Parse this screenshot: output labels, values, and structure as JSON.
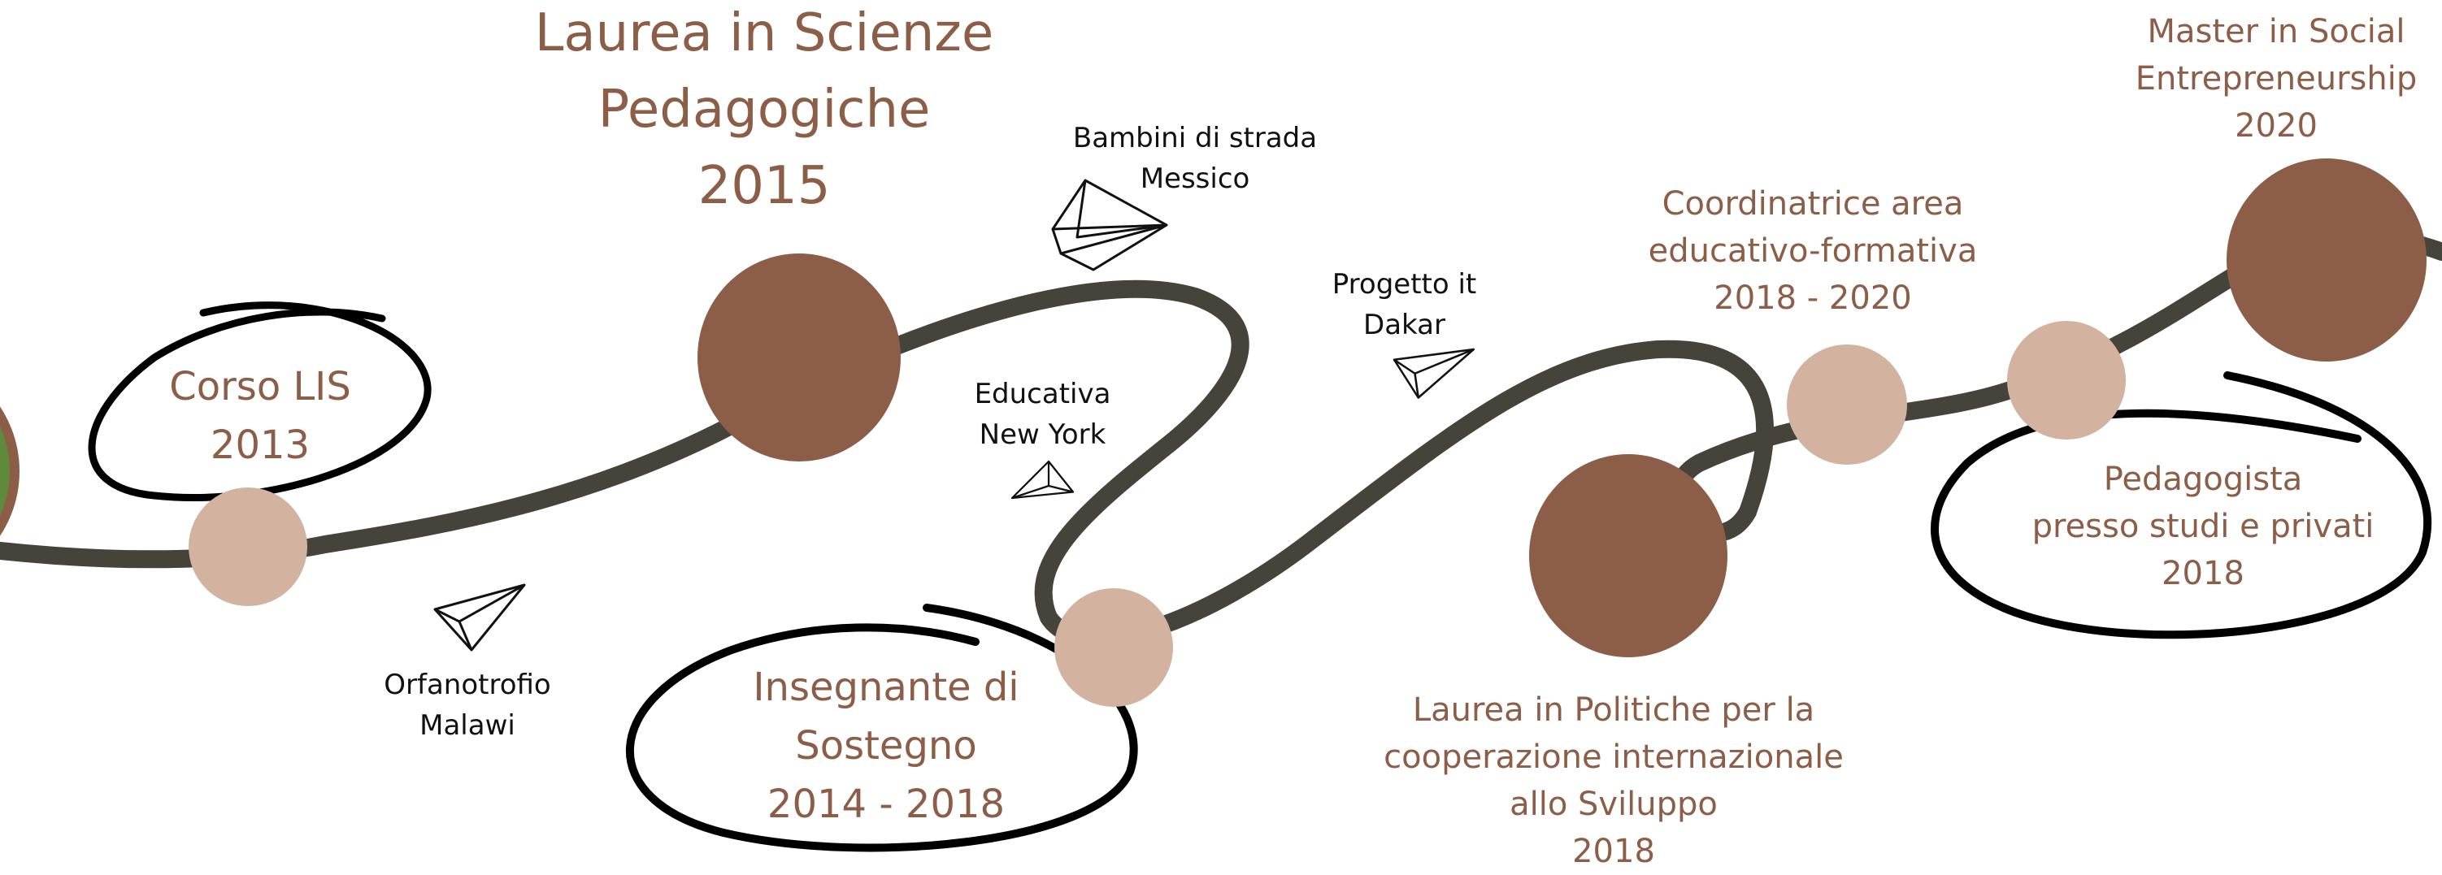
{
  "colors": {
    "path": "#45433a",
    "node_large": "#8c5e48",
    "node_small": "#d3b3a0",
    "milestone_text": "#8c5e48",
    "note_text": "#111111"
  },
  "milestones": {
    "corso_lis": [
      "Corso LIS",
      "2013"
    ],
    "laurea_scienze": [
      "Laurea in Scienze",
      "Pedagogiche",
      "2015"
    ],
    "insegnante": [
      "Insegnante di",
      "Sostegno",
      "2014 - 2018"
    ],
    "laurea_politiche": [
      "Laurea in Politiche per la",
      "cooperazione internazionale",
      "allo Sviluppo",
      "2018"
    ],
    "coordinatrice": [
      "Coordinatrice area",
      "educativo-formativa",
      "2018 - 2020"
    ],
    "pedagogista": [
      "Pedagogista",
      "presso studi e privati",
      "2018"
    ],
    "master": [
      "Master in Social",
      "Entrepreneurship",
      "2020"
    ]
  },
  "notes": {
    "orfanotrofio": [
      "Orfanotrofio",
      "Malawi"
    ],
    "educativa": [
      "Educativa",
      "New York"
    ],
    "bambini": [
      "Bambini di strada",
      "Messico"
    ],
    "progetto": [
      "Progetto it",
      "Dakar"
    ]
  },
  "icons": [
    "paper-plane-icon"
  ]
}
